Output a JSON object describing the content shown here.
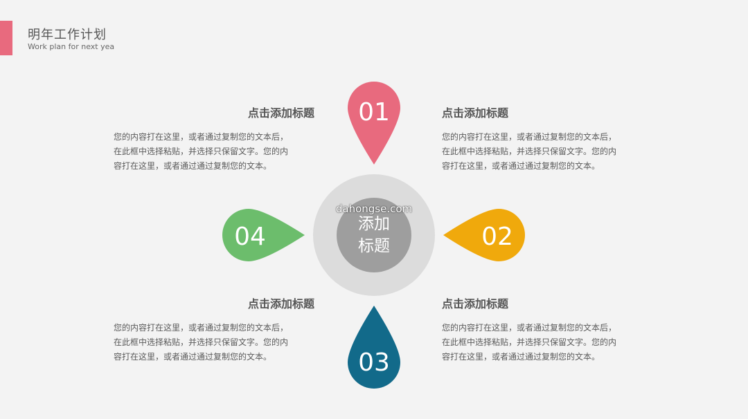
{
  "header": {
    "title": "明年工作计划",
    "subtitle": "Work plan for next yea"
  },
  "center": {
    "label_line1": "添加",
    "label_line2": "标题",
    "watermark": "dahongse.com"
  },
  "markers": [
    {
      "number": "01",
      "color": "#e86a7e"
    },
    {
      "number": "02",
      "color": "#f0a90c"
    },
    {
      "number": "03",
      "color": "#126a8a"
    },
    {
      "number": "04",
      "color": "#6cbd6c"
    }
  ],
  "blocks": [
    {
      "title": "点击添加标题",
      "line1": "您的内容打在这里，或者通过复制您的文本后，",
      "line2": "在此框中选择粘贴，并选择只保留文字。您的内",
      "line3": "容打在这里，或者通过通过复制您的文本。"
    },
    {
      "title": "点击添加标题",
      "line1": "您的内容打在这里，或者通过复制您的文本后，",
      "line2": "在此框中选择粘贴，并选择只保留文字。您的内",
      "line3": "容打在这里，或者通过通过复制您的文本。"
    },
    {
      "title": "点击添加标题",
      "line1": "您的内容打在这里，或者通过复制您的文本后，",
      "line2": "在此框中选择粘贴，并选择只保留文字。您的内",
      "line3": "容打在这里，或者通过通过复制您的文本。"
    },
    {
      "title": "点击添加标题",
      "line1": "您的内容打在这里，或者通过复制您的文本后，",
      "line2": "在此框中选择粘贴，并选择只保留文字。您的内",
      "line3": "容打在这里，或者通过通过复制您的文本。"
    }
  ]
}
